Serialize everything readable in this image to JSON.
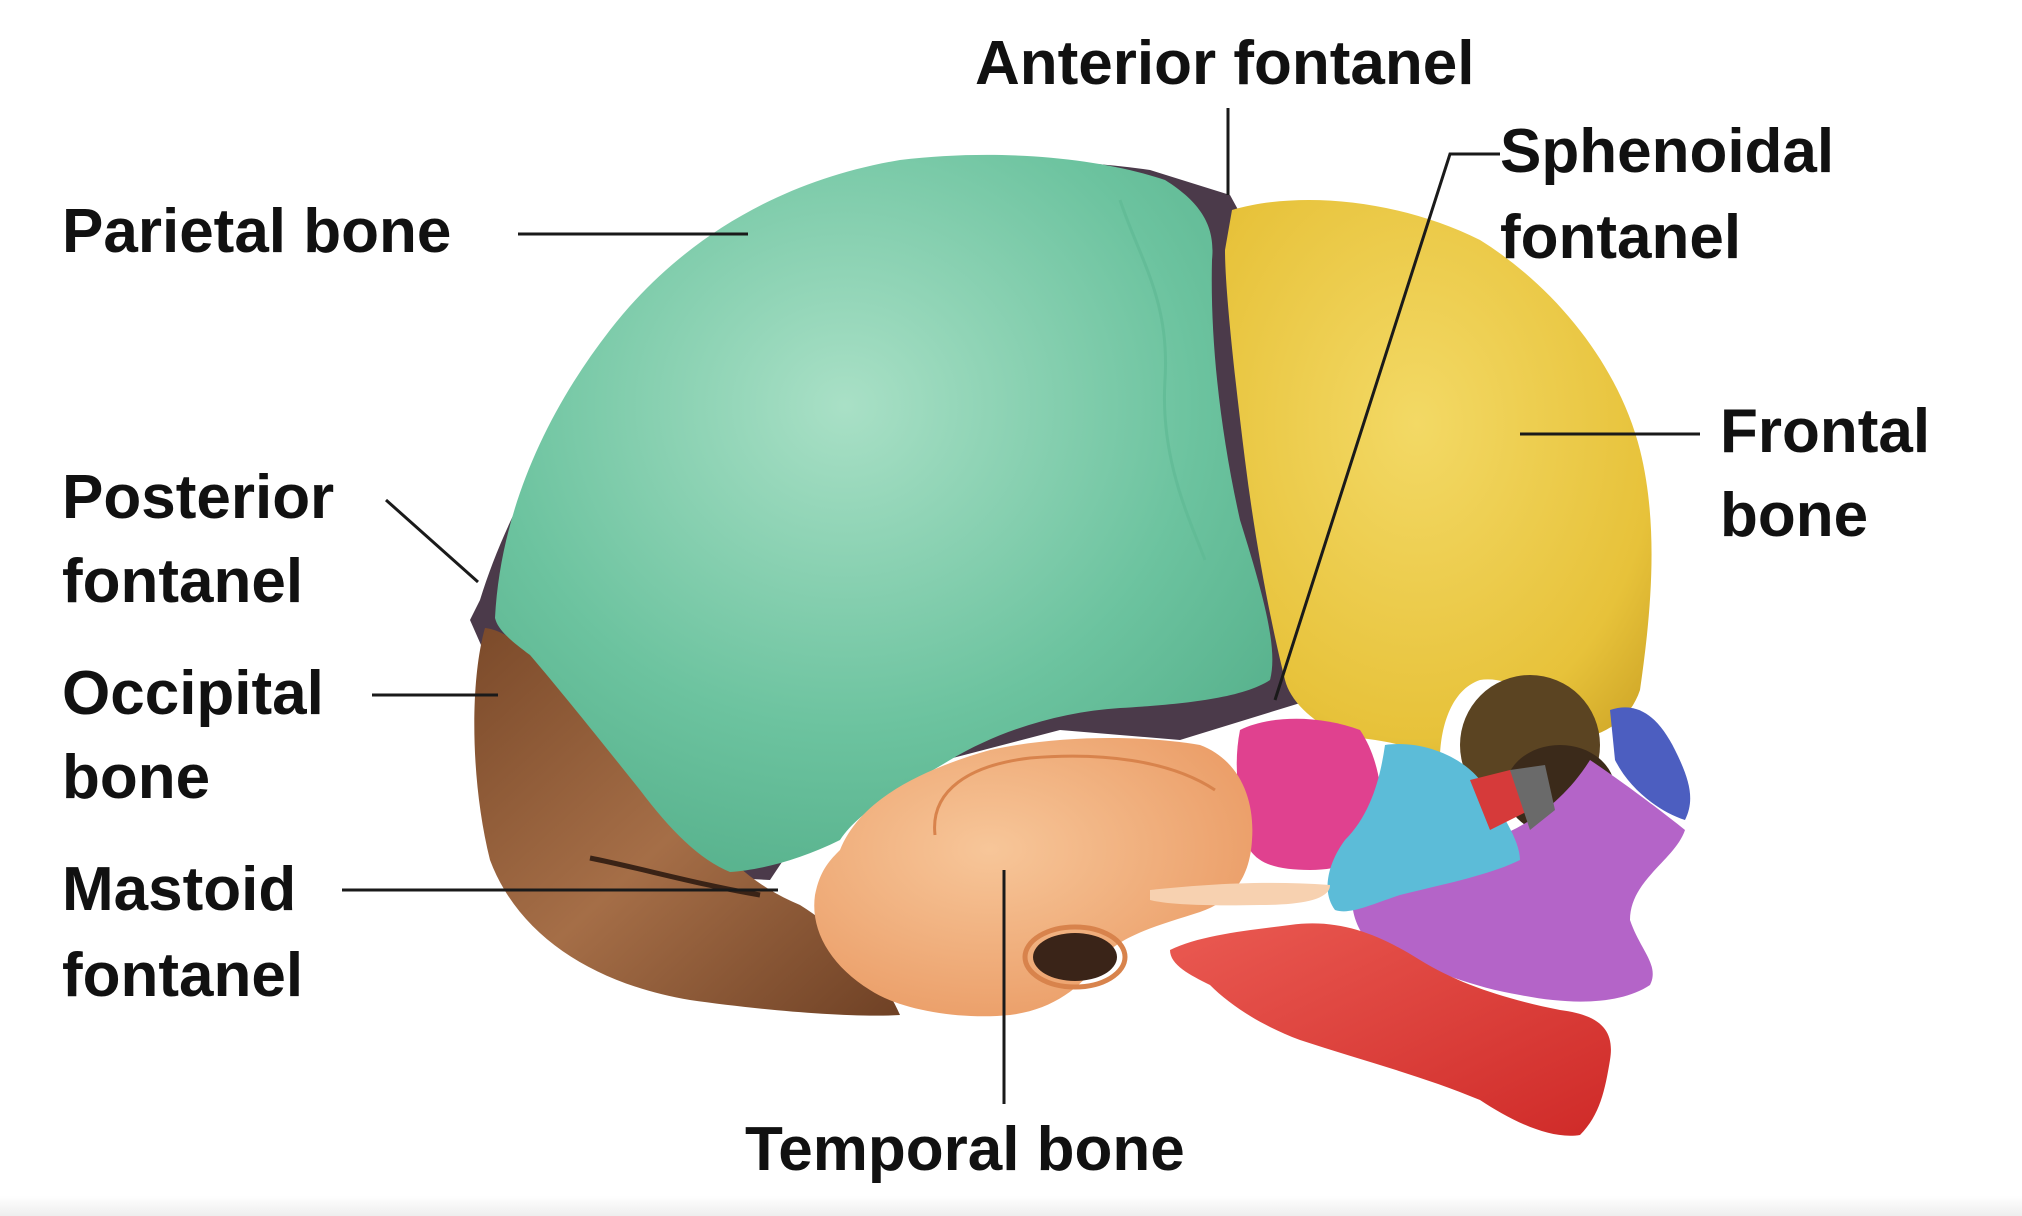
{
  "labels": {
    "anterior_fontanel": "Anterior fontanel",
    "sphenoidal_fontanel": [
      "Sphenoidal",
      "fontanel"
    ],
    "parietal_bone": "Parietal bone",
    "frontal_bone": [
      "Frontal",
      "bone"
    ],
    "posterior_fontanel": [
      "Posterior",
      "fontanel"
    ],
    "occipital_bone": [
      "Occipital",
      "bone"
    ],
    "mastoid_fontanel": [
      "Mastoid",
      "fontanel"
    ],
    "temporal_bone": "Temporal bone"
  },
  "colors": {
    "parietal": "#6cc39f",
    "frontal": "#e7c23a",
    "occipital": "#8d5a36",
    "temporal": "#f1a873",
    "sphenoid_pink": "#e0418f",
    "sphenoid_blue": "#5cbcd8",
    "zygomatic_purple": "#b464c8",
    "mandible": "#df3a36",
    "fontanel": "#4b3a4a",
    "nasal_blue": "#4c5ec0"
  }
}
